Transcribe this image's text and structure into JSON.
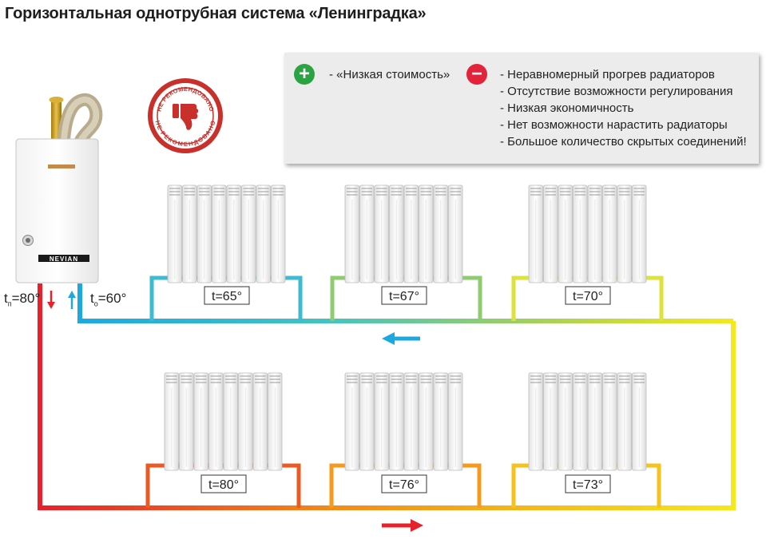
{
  "title": "Горизонтальная однотрубная система «Ленинградка»",
  "pros": [
    "- «Низкая стоимость»"
  ],
  "cons": [
    "- Неравномерный прогрев радиаторов",
    "- Отсутствие возможности регулирования",
    "- Низкая экономичность",
    "- Нет возможности нарастить радиаторы",
    "- Большое количество скрытых соединений!"
  ],
  "stamp": {
    "line1": "НЕ РЕКОМЕНДОВАНО",
    "line2": "НЕ РЕКОМЕНДОВАНО"
  },
  "boiler": {
    "brand": "NEVIAN",
    "supply_temp": {
      "prefix": "t",
      "sub": "п",
      "value": "=80°"
    },
    "return_temp": {
      "prefix": "t",
      "sub": "о",
      "value": "=60°"
    }
  },
  "radiators": {
    "top": [
      "t=65°",
      "t=67°",
      "t=70°"
    ],
    "bottom": [
      "t=80°",
      "t=76°",
      "t=73°"
    ]
  },
  "colors": {
    "hot": "#e8202a",
    "orange": "#f28a1a",
    "yellow": "#f5e81c",
    "green": "#a5d05a",
    "teal": "#45c3c0",
    "cold": "#1ea8e0",
    "plus": "#2aa442",
    "minus": "#e2233a",
    "stamp": "#c9302b"
  },
  "icons": [
    "plus-icon",
    "minus-icon",
    "thumbs-down-icon",
    "supply-arrow-icon",
    "return-arrow-icon",
    "flow-direction-arrow-icon"
  ]
}
